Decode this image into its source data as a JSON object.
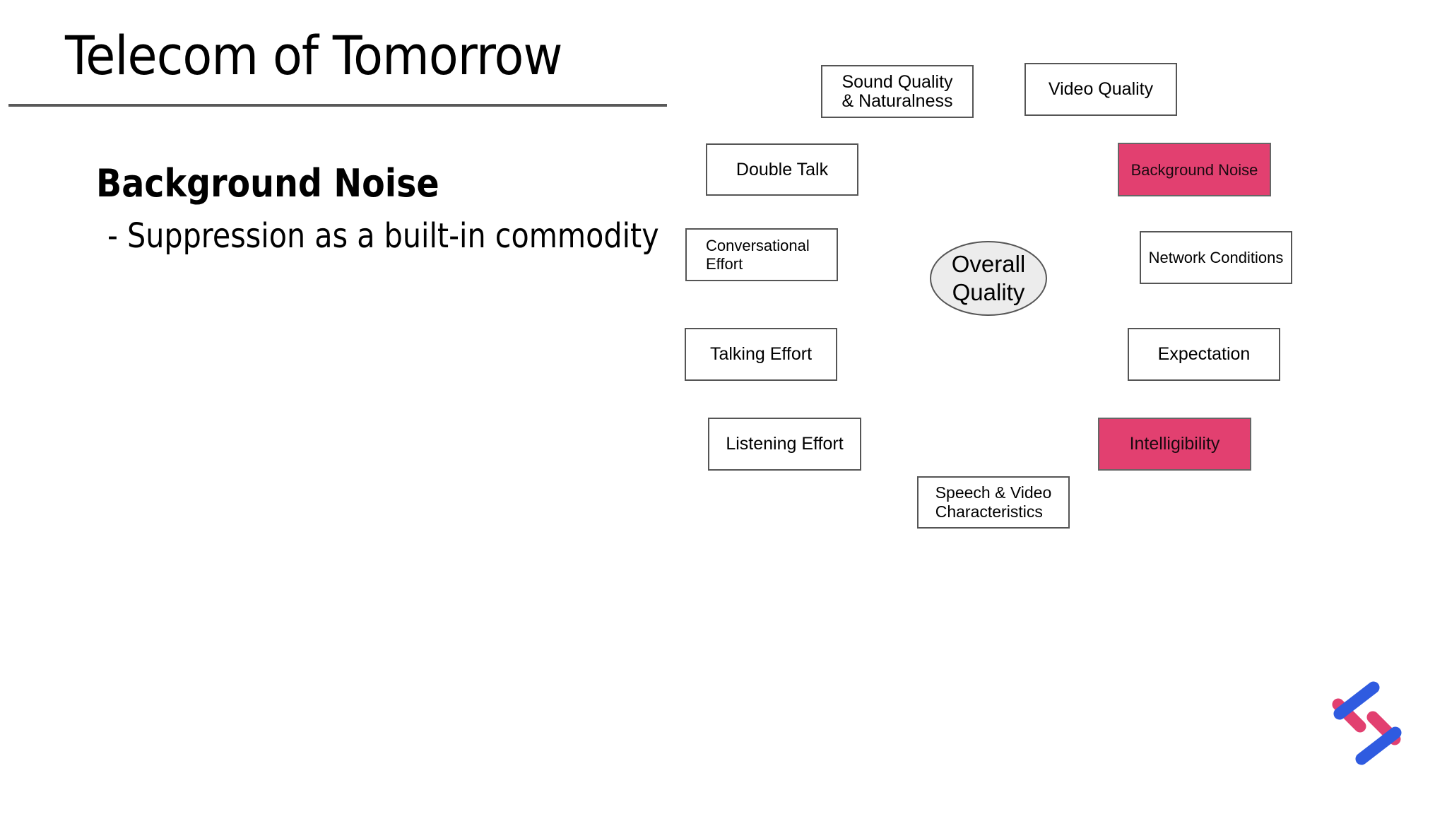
{
  "slide": {
    "title": "Telecom of Tomorrow",
    "heading": "Background Noise",
    "subpoint": "- Suppression as a built-in commodity"
  },
  "diagram": {
    "center": {
      "label": "Overall\nQuality"
    },
    "highlight_color": "#E24070",
    "nodes": [
      {
        "id": "sound-quality",
        "label": "Sound Quality\n& Naturalness",
        "highlighted": false
      },
      {
        "id": "video-quality",
        "label": "Video Quality",
        "highlighted": false
      },
      {
        "id": "double-talk",
        "label": "Double Talk",
        "highlighted": false
      },
      {
        "id": "background-noise",
        "label": "Background Noise",
        "highlighted": true
      },
      {
        "id": "conversational-effort",
        "label": "Conversational\nEffort",
        "highlighted": false
      },
      {
        "id": "network-conditions",
        "label": "Network Conditions",
        "highlighted": false
      },
      {
        "id": "talking-effort",
        "label": "Talking Effort",
        "highlighted": false
      },
      {
        "id": "expectation",
        "label": "Expectation",
        "highlighted": false
      },
      {
        "id": "listening-effort",
        "label": "Listening Effort",
        "highlighted": false
      },
      {
        "id": "intelligibility",
        "label": "Intelligibility",
        "highlighted": true
      },
      {
        "id": "speech-video-characteristics",
        "label": "Speech & Video\nCharacteristics",
        "highlighted": false
      }
    ]
  },
  "logo": {
    "icon": "brand-logo-icon",
    "colors": [
      "#2F5BE0",
      "#E24070"
    ]
  }
}
